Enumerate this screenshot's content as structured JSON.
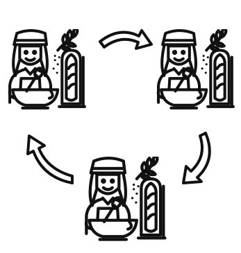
{
  "diagram": {
    "type": "cycle",
    "nodes": [
      {
        "id": "baker-top-left",
        "icon": "baker-icon"
      },
      {
        "id": "baker-top-right",
        "icon": "baker-icon"
      },
      {
        "id": "baker-bottom-center",
        "icon": "baker-icon"
      }
    ],
    "edges": [
      {
        "from": "baker-top-left",
        "to": "baker-top-right",
        "icon": "curved-arrow-icon"
      },
      {
        "from": "baker-top-right",
        "to": "baker-bottom-center",
        "icon": "curved-arrow-icon"
      },
      {
        "from": "baker-bottom-center",
        "to": "baker-top-left",
        "icon": "curved-arrow-icon"
      }
    ],
    "colors": {
      "stroke": "#111111",
      "background": "#ffffff"
    }
  }
}
